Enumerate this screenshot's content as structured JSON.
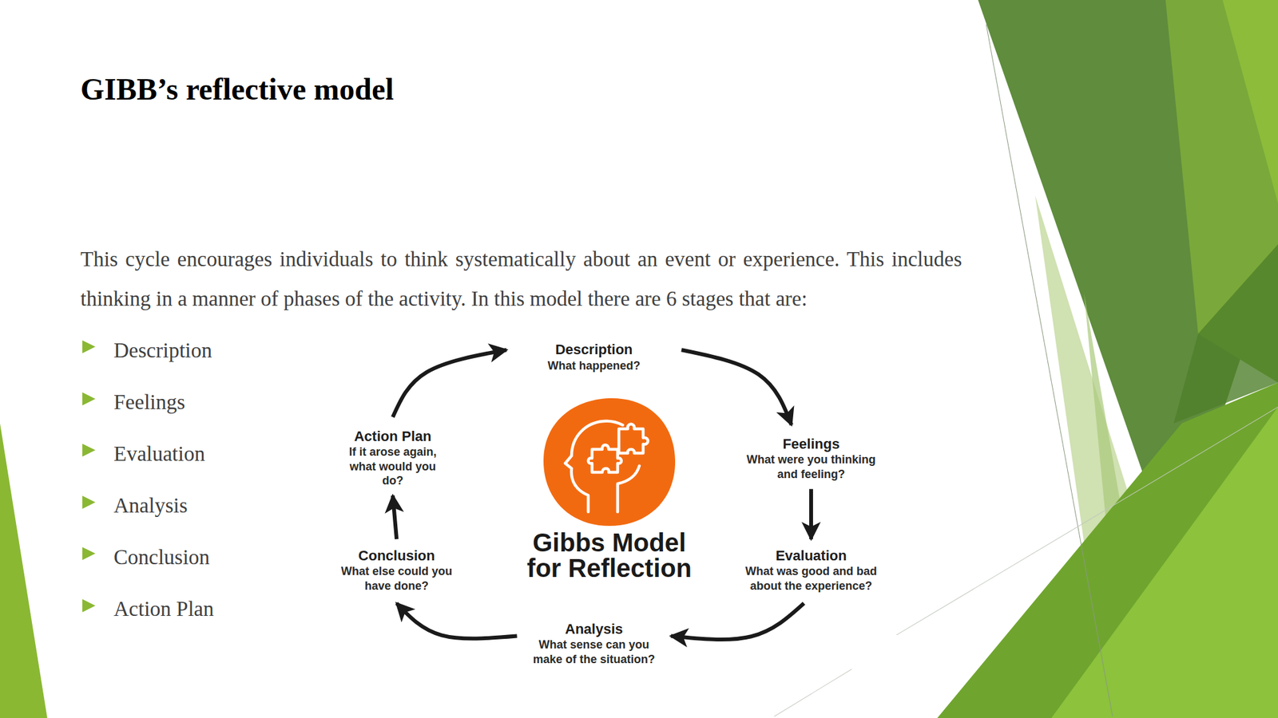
{
  "diagram": {
    "title": "GIBB’s reflective model",
    "nodes": [
      {
        "text": [
          "Description",
          "What happened?"
        ]
      },
      {
        "text": [
          "Feelings",
          "What were you thinking and feeling?"
        ]
      },
      {
        "text": [
          "Evaluation",
          "What was good and bad about the experience?"
        ]
      },
      {
        "text": [
          "Analysis",
          "What sense can you make of the situation?"
        ]
      },
      {
        "text": [
          "Conclusion",
          "What else could you have done?"
        ]
      },
      {
        "text": [
          "Action Plan",
          "If it arose again, what would you do?"
        ]
      },
      {
        "text": [
          "Gibbs Model for Reflection"
        ]
      }
    ],
    "edges": [
      {
        "from": 0,
        "to": 1,
        "arrow": "to"
      },
      {
        "from": 1,
        "to": 2,
        "arrow": "to"
      },
      {
        "from": 2,
        "to": 3,
        "arrow": "to"
      },
      {
        "from": 3,
        "to": 4,
        "arrow": "to"
      },
      {
        "from": 4,
        "to": 5,
        "arrow": "to"
      },
      {
        "from": 5,
        "to": 0,
        "arrow": "to"
      }
    ],
    "labels": [
      "This cycle encourages individuals to think systematically about an event or experience. This includes thinking in a manner of phases of the activity. In this model there are 6 stages that are:",
      "Description",
      "Feelings",
      "Evaluation",
      "Analysis",
      "Conclusion",
      "Action Plan"
    ]
  }
}
